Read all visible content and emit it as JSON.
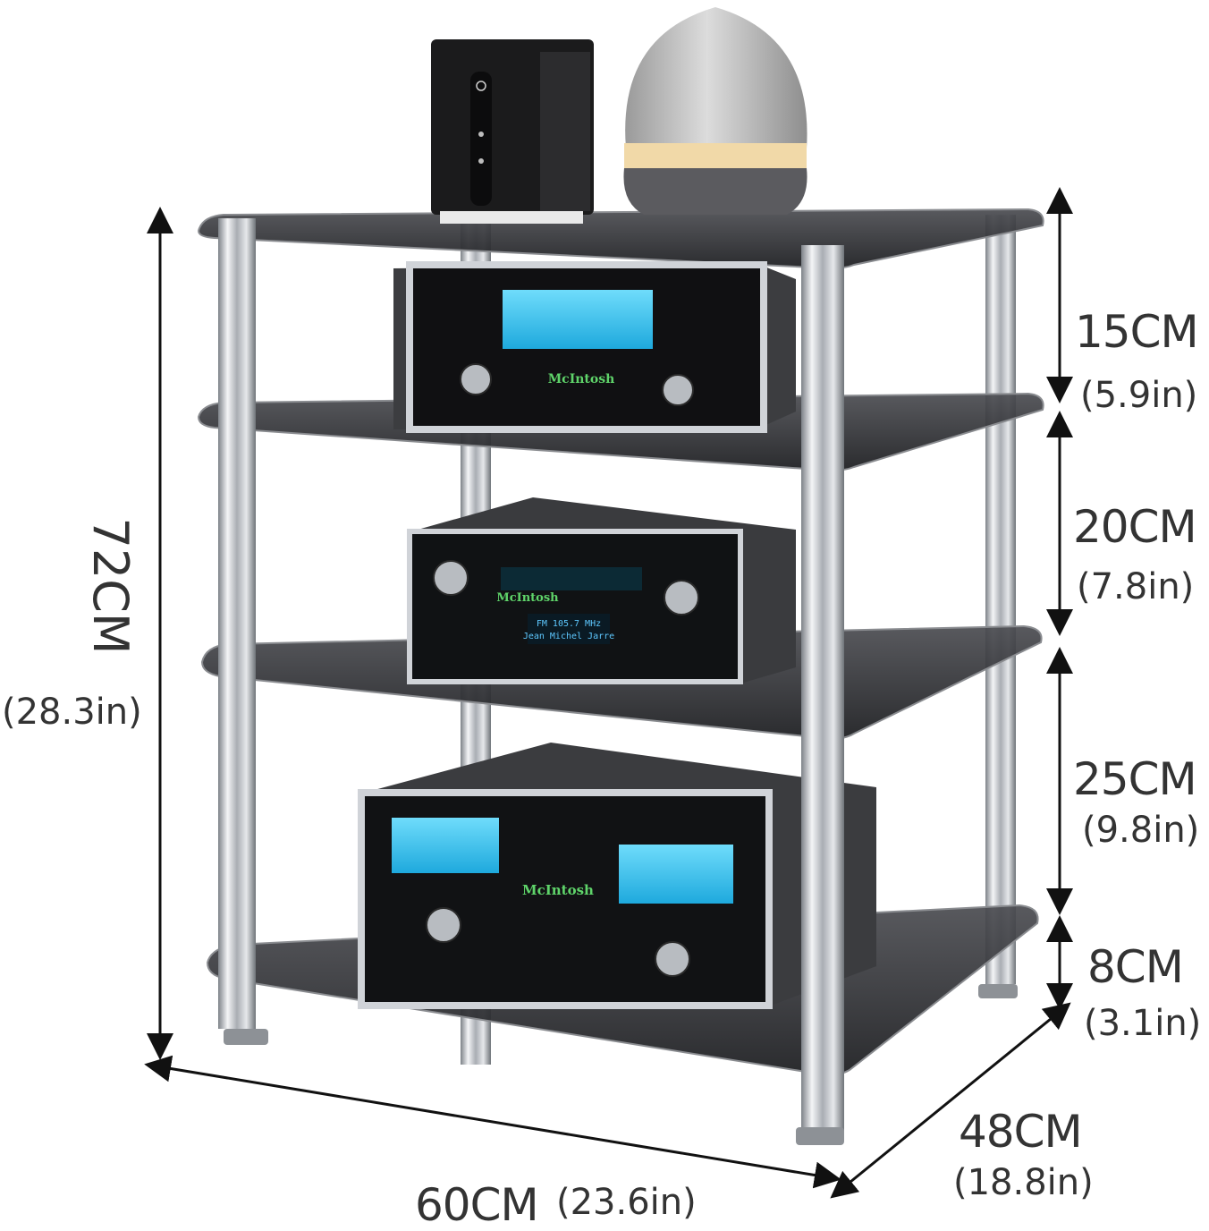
{
  "dimensions": {
    "height": {
      "cm": "72CM",
      "inches": "(28.3in)"
    },
    "width": {
      "cm": "60CM",
      "inches": "(23.6in)"
    },
    "depth": {
      "cm": "48CM",
      "inches": "(18.8in)"
    },
    "shelf_gaps": [
      {
        "cm": "15CM",
        "inches": "(5.9in)"
      },
      {
        "cm": "20CM",
        "inches": "(7.8in)"
      },
      {
        "cm": "25CM",
        "inches": "(9.8in)"
      },
      {
        "cm": "8CM",
        "inches": "(3.1in)"
      }
    ]
  },
  "devices": {
    "power_amp": {
      "brand": "McIntosh"
    },
    "tuner": {
      "brand": "McIntosh",
      "display_line1": "FM 105.7 MHz",
      "display_line2": "Jean Michel Jarre"
    },
    "power_controller": {
      "brand": "McIntosh"
    }
  },
  "colors": {
    "glass": "#2b2b2e",
    "chrome": "#c9ccd1",
    "meter": "#35c6ef",
    "label": "#333333",
    "brand_green": "#5fd46a"
  }
}
